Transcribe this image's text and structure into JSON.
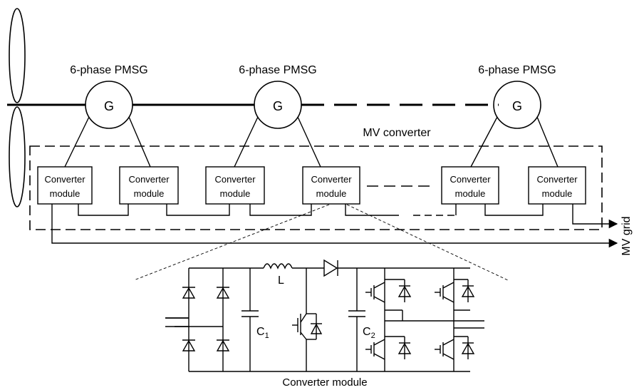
{
  "generators": [
    {
      "type_label": "6-phase PMSG",
      "symbol": "G"
    },
    {
      "type_label": "6-phase PMSG",
      "symbol": "G"
    },
    {
      "type_label": "6-phase PMSG",
      "symbol": "G"
    }
  ],
  "mv_converter_label": "MV converter",
  "modules": [
    {
      "line1": "Converter",
      "line2": "module"
    },
    {
      "line1": "Converter",
      "line2": "module"
    },
    {
      "line1": "Converter",
      "line2": "module"
    },
    {
      "line1": "Converter",
      "line2": "module"
    },
    {
      "line1": "Converter",
      "line2": "module"
    },
    {
      "line1": "Converter",
      "line2": "module"
    }
  ],
  "grid_label": "MV grid",
  "circuit": {
    "inductor_label": "L",
    "cap1_label": "C",
    "cap1_sub": "1",
    "cap2_label": "C",
    "cap2_sub": "2",
    "caption": "Converter module"
  }
}
